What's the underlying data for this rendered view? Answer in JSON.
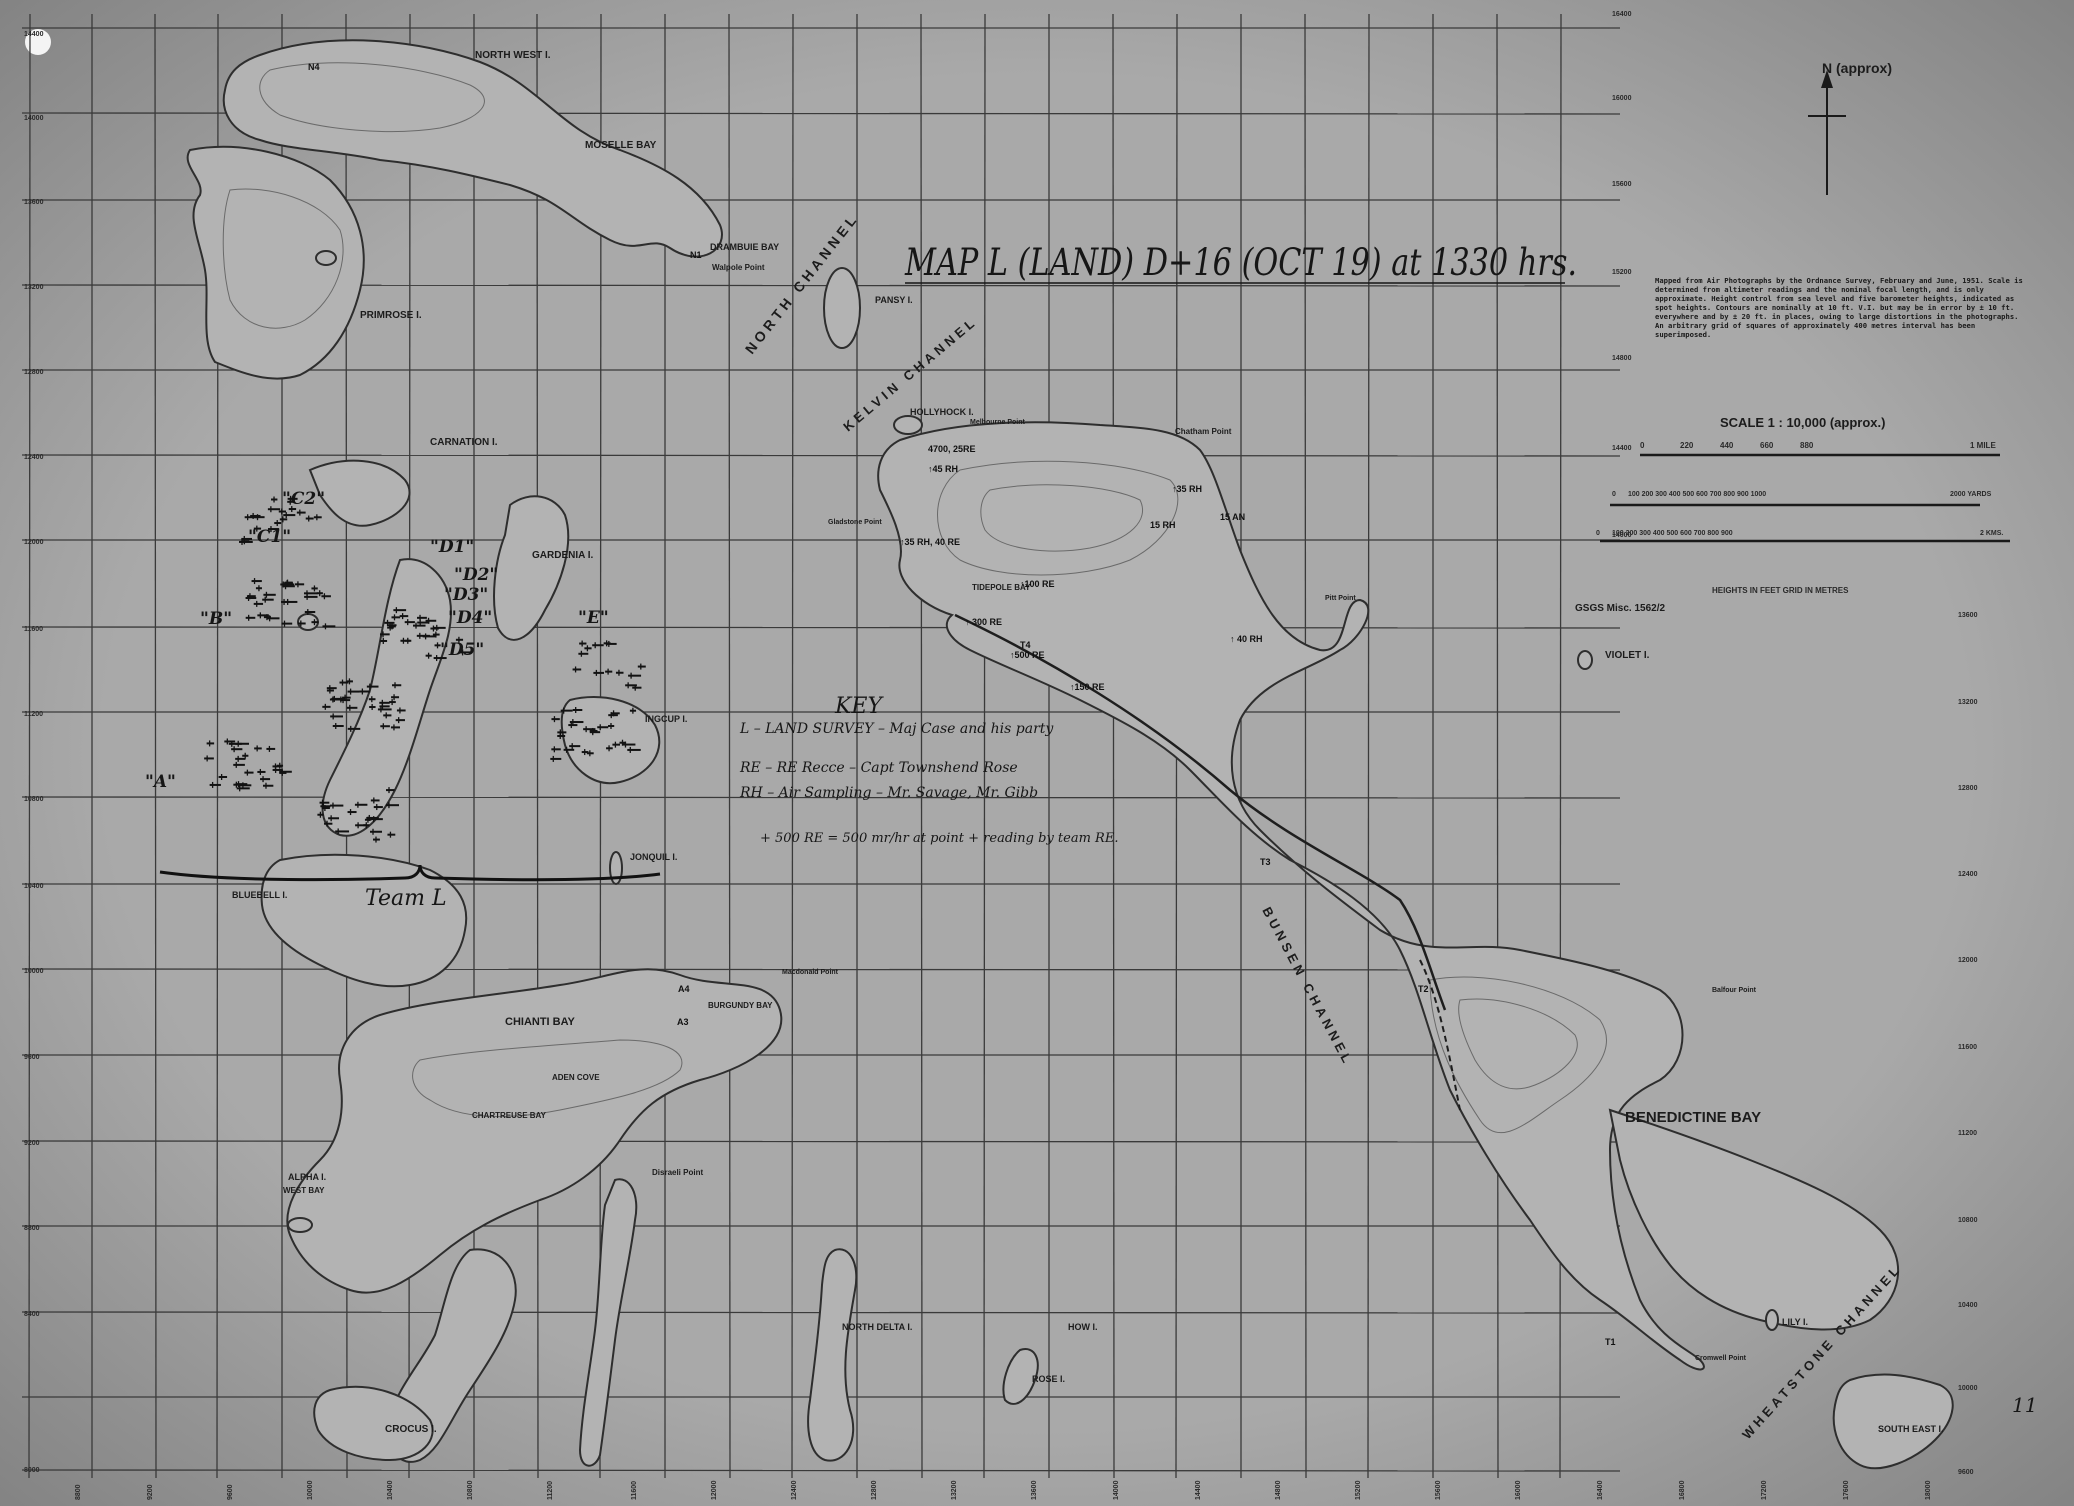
{
  "title": "MAP L (LAND) D+16 (OCT 19) at 1330 hrs.",
  "north": "N (approx)",
  "notes": "Mapped from Air Photographs by the Ordnance Survey, February and June, 1951. Scale is determined from altimeter readings and the nominal focal length, and is only approximate. Height control from sea level and five barometer heights, indicated as spot heights. Contours are nominally at 10 ft. V.I. but may be in error by ± 10 ft. everywhere and by ± 20 ft. in places, owing to large distortions in the photographs. An arbitrary grid of squares of approximately 400 metres interval has been superimposed.",
  "scale": {
    "title": "SCALE 1 : 10,000 (approx.)",
    "bar1": [
      "0",
      "220",
      "440",
      "660",
      "880",
      "1 MILE"
    ],
    "bar2": [
      "0",
      "100 200 300 400 500 600 700 800 900 1000",
      "2000 YARDS"
    ],
    "bar3": [
      "0",
      "100 200 300 400 500 600 700 800 900",
      "2 KMS."
    ]
  },
  "heights_note": "HEIGHTS IN FEET    GRID IN METRES",
  "gsgs": "GSGS Misc. 1562/2",
  "key": {
    "heading": "KEY",
    "lines": [
      "L – LAND SURVEY – Maj Case and his party",
      "RE – RE Recce – Capt Townshend Rose",
      "RH – Air Sampling – Mr. Savage, Mr. Gibb",
      "+ 500 RE = 500 mr/hr at point + reading by team RE."
    ]
  },
  "team_label": "Team L",
  "place_names": [
    {
      "id": "north-west-i",
      "text": "NORTH WEST I."
    },
    {
      "id": "moselle-bay",
      "text": "MOSELLE BAY"
    },
    {
      "id": "drambuie-bay",
      "text": "DRAMBUIE BAY"
    },
    {
      "id": "walpole-point",
      "text": "Walpole Point"
    },
    {
      "id": "primrose-i",
      "text": "PRIMROSE I."
    },
    {
      "id": "pansy-i",
      "text": "PANSY I."
    },
    {
      "id": "hollyhock-i",
      "text": "HOLLYHOCK I."
    },
    {
      "id": "melbourne-point",
      "text": "Melbourne Point"
    },
    {
      "id": "chatham-point",
      "text": "Chatham Point"
    },
    {
      "id": "carnation-i",
      "text": "CARNATION I."
    },
    {
      "id": "gardenia-i",
      "text": "GARDENIA I."
    },
    {
      "id": "gladstone-point",
      "text": "Gladstone Point"
    },
    {
      "id": "tidepole-bay",
      "text": "TIDEPOLE BAY"
    },
    {
      "id": "pitt-point",
      "text": "Pitt Point"
    },
    {
      "id": "violet-i",
      "text": "VIOLET I."
    },
    {
      "id": "ingcup-i",
      "text": "INGCUP I."
    },
    {
      "id": "jonquil-i",
      "text": "JONQUIL I."
    },
    {
      "id": "bluebell-i",
      "text": "BLUEBELL I."
    },
    {
      "id": "macdonald-point",
      "text": "Macdonald Point"
    },
    {
      "id": "burgundy-bay",
      "text": "BURGUNDY BAY"
    },
    {
      "id": "chianti-bay",
      "text": "CHIANTI BAY"
    },
    {
      "id": "aden-cove",
      "text": "ADEN COVE"
    },
    {
      "id": "chartreuse-bay",
      "text": "CHARTREUSE BAY"
    },
    {
      "id": "alpha-i",
      "text": "ALPHA I."
    },
    {
      "id": "west-bay",
      "text": "WEST BAY"
    },
    {
      "id": "disraeli-point",
      "text": "Disraeli Point"
    },
    {
      "id": "north-delta-i",
      "text": "NORTH DELTA I."
    },
    {
      "id": "how-i",
      "text": "HOW I."
    },
    {
      "id": "rose-i",
      "text": "ROSE I."
    },
    {
      "id": "crocus-i",
      "text": "CROCUS I."
    },
    {
      "id": "benedictine-bay",
      "text": "BENEDICTINE BAY"
    },
    {
      "id": "balfour-point",
      "text": "Balfour Point"
    },
    {
      "id": "lily-i",
      "text": "LILY I."
    },
    {
      "id": "cromwell-point",
      "text": "Cromwell Point"
    },
    {
      "id": "south-east-i",
      "text": "SOUTH EAST I."
    }
  ],
  "channels": [
    {
      "id": "north-channel",
      "text": "NORTH CHANNEL"
    },
    {
      "id": "kelvin-channel",
      "text": "KELVIN CHANNEL"
    },
    {
      "id": "bunsen-channel",
      "text": "BUNSEN CHANNEL"
    },
    {
      "id": "wheatstone-channel",
      "text": "WHEATSTONE CHANNEL"
    }
  ],
  "zone_labels": [
    "\"C2\"",
    "\"C1\"",
    "\"B\"",
    "\"A\"",
    "\"D1\"",
    "\"D2\"",
    "\"D3\"",
    "\"D4\"",
    "\"D5\"",
    "\"E\""
  ],
  "readings": [
    "4700, 25RE",
    "↑45 RH",
    "↑35 RH",
    "15 AN",
    "15 RH",
    "↑35 RH, 40 RE",
    "↑100 RE",
    "↑ 300 RE",
    "↑500 RE",
    "↑150 RE",
    "↑ 40 RH"
  ],
  "survey_points": [
    "T1",
    "T2",
    "T3",
    "T4",
    "A3",
    "A4",
    "N1",
    "N4"
  ],
  "grid_labels": {
    "left": [
      "14400",
      "14000",
      "13600",
      "13200",
      "12800",
      "12400",
      "12000",
      "11600",
      "11200",
      "10800",
      "10400",
      "10000",
      "9600",
      "9200",
      "8800",
      "8400",
      "8000"
    ],
    "right_top": [
      "16400",
      "16000",
      "15600",
      "15200",
      "14800",
      "14400",
      "14000"
    ],
    "right_bottom": [
      "13600",
      "13200",
      "12800",
      "12400",
      "12000",
      "11600",
      "11200",
      "10800",
      "10400",
      "10000",
      "9600"
    ],
    "bottom": [
      "8800",
      "9200",
      "9600",
      "10000",
      "10400",
      "10800",
      "11200",
      "11600",
      "12000",
      "12400",
      "12800",
      "13200",
      "13600",
      "14000",
      "14400",
      "14800",
      "15200",
      "15600",
      "16000",
      "16400",
      "16800",
      "17200",
      "17600",
      "18000"
    ]
  },
  "corner_mark": "11"
}
